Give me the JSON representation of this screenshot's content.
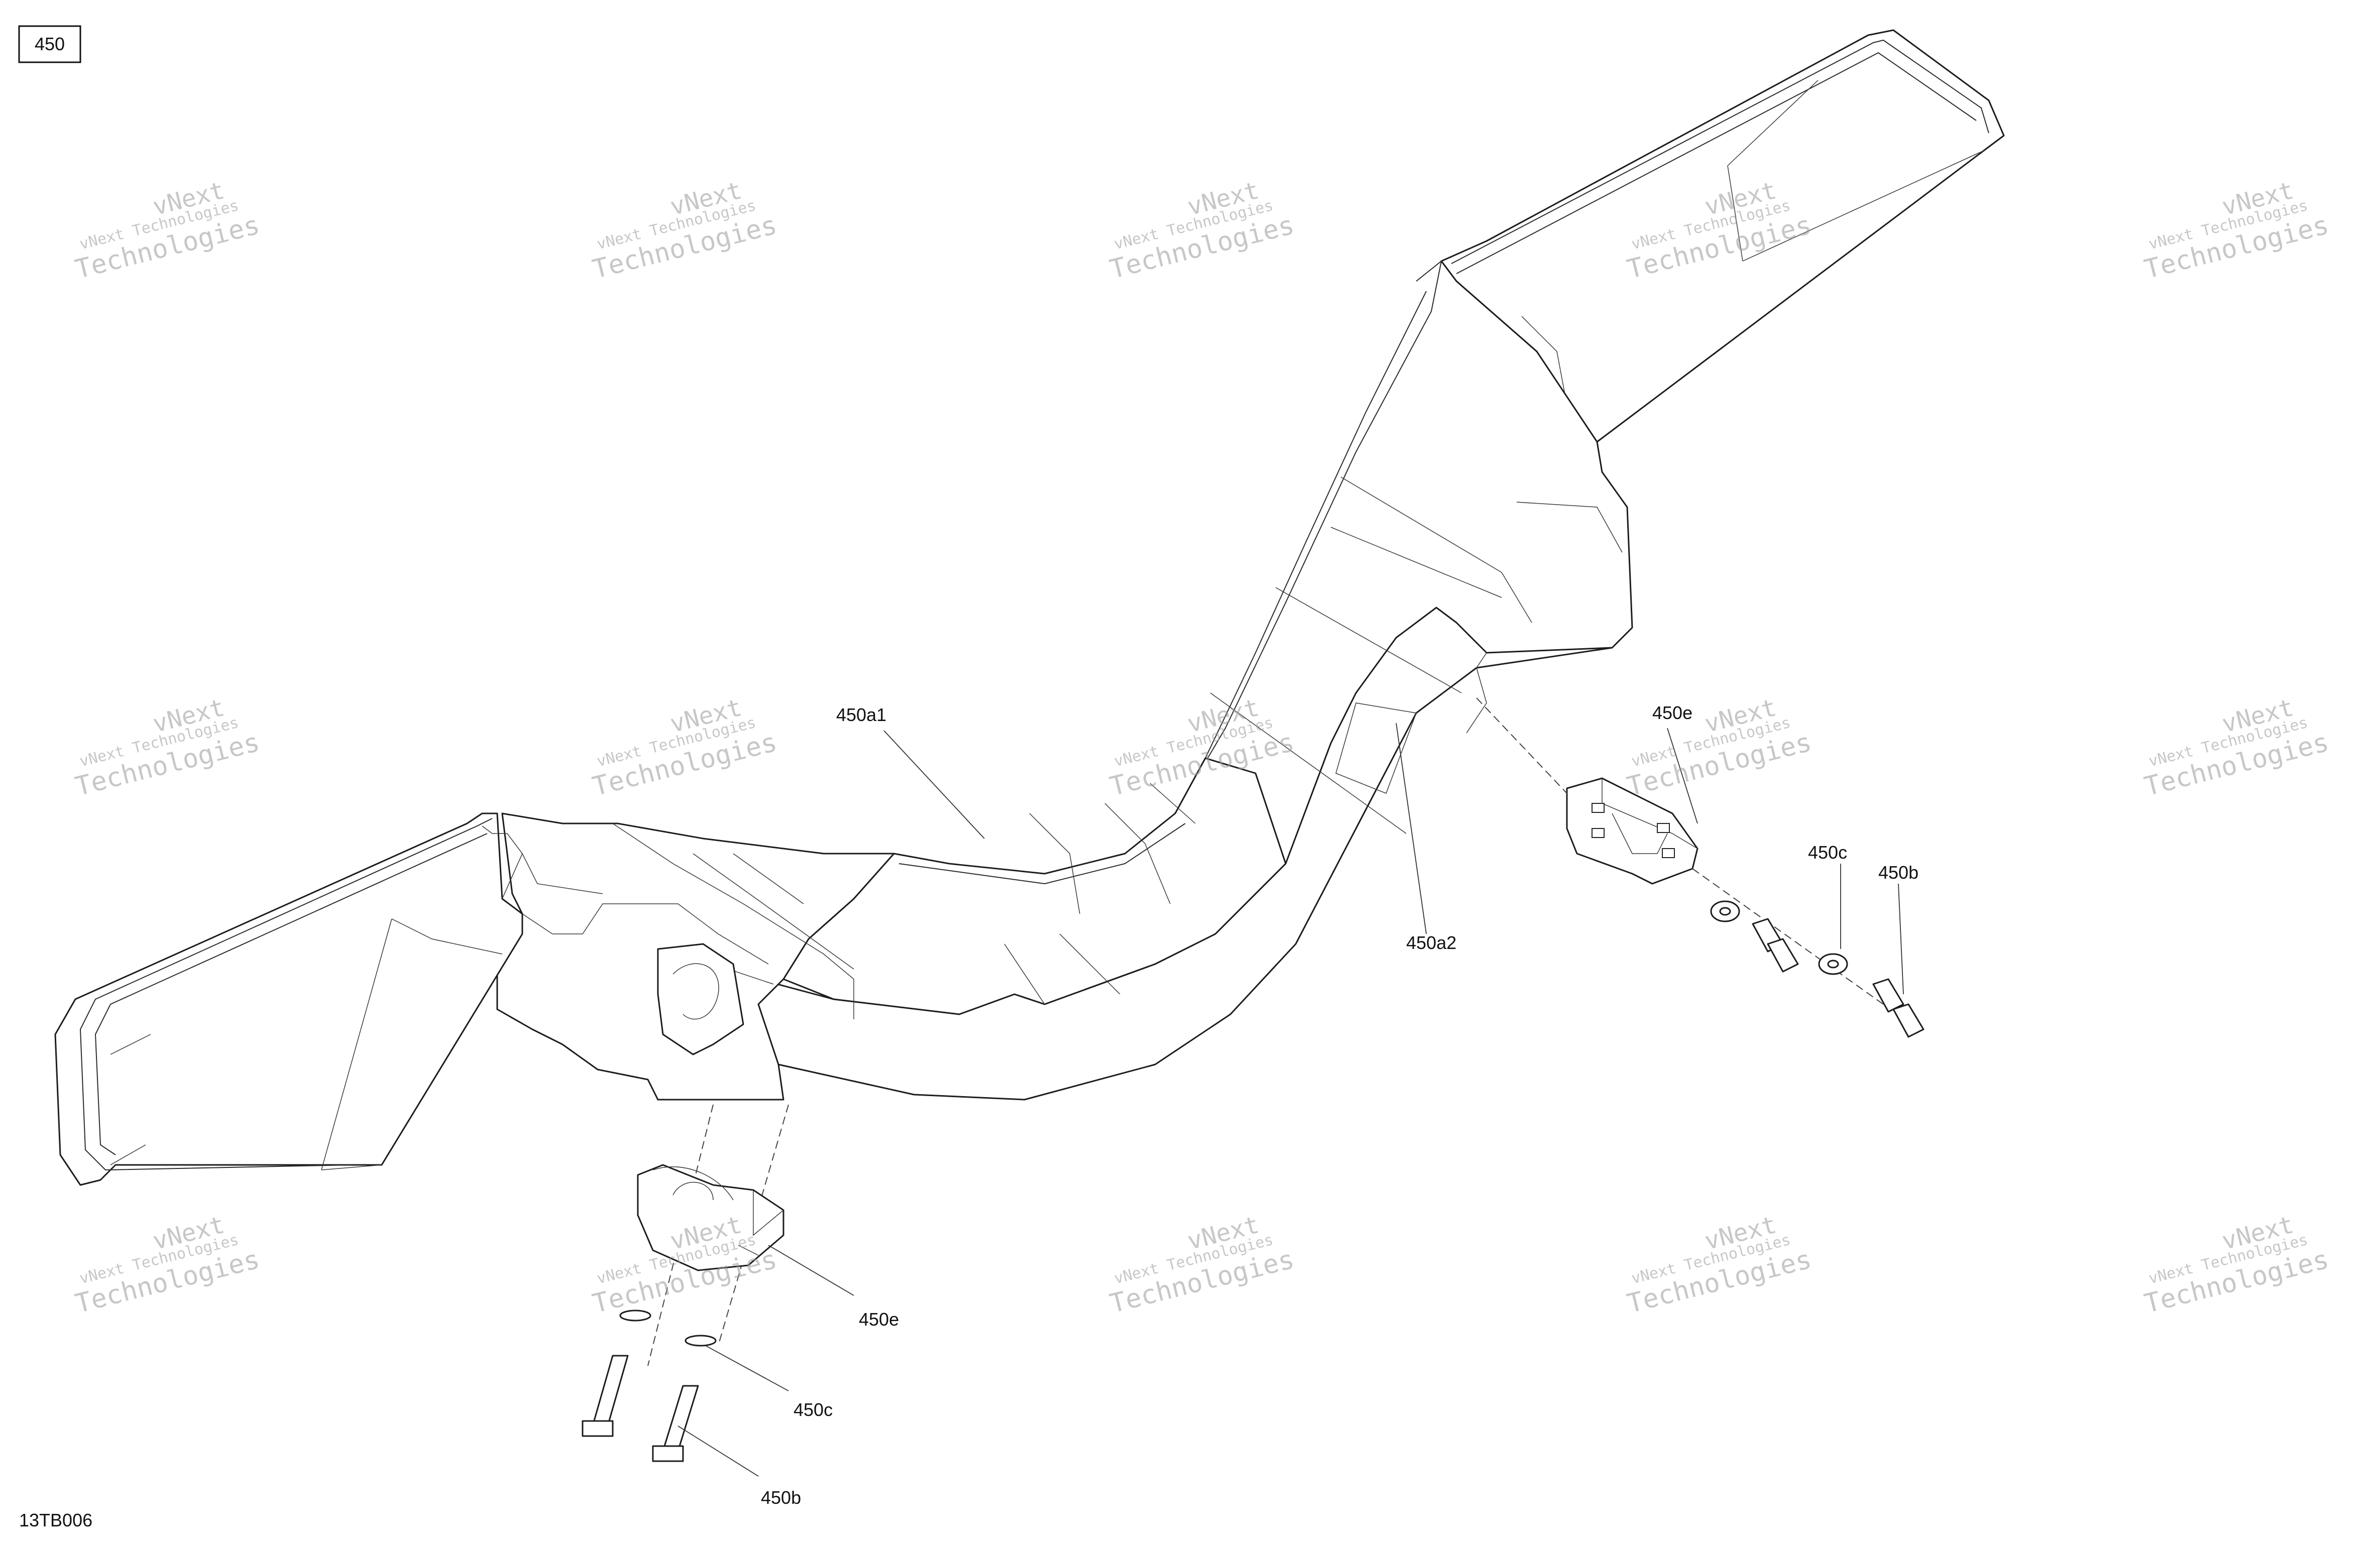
{
  "diagram_number": "450",
  "drawing_code": "13TB006",
  "watermark": {
    "line1": "vNext Technologies",
    "line2": "vNext",
    "line3": "Technologies"
  },
  "callouts": {
    "a1": "450a1",
    "a2": "450a2",
    "e_right": "450e",
    "c_right": "450c",
    "b_right": "450b",
    "e_left": "450e",
    "c_left": "450c",
    "b_left": "450b"
  }
}
